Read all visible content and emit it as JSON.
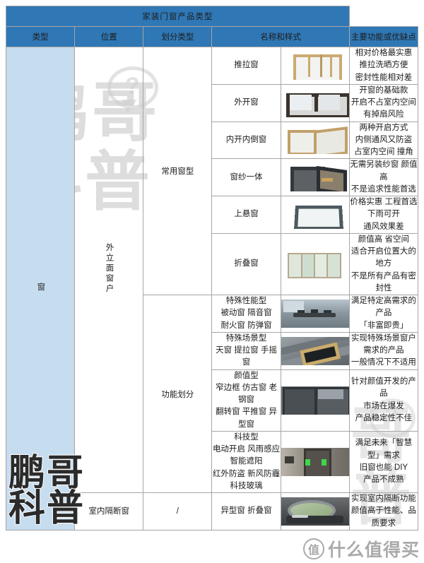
{
  "table": {
    "title": "家装门窗产品类型",
    "columns": [
      "类型",
      "位置",
      "划分类型",
      "名称和样式",
      "主要功能或优缺点"
    ],
    "type_label": "窗",
    "positions": {
      "facade": "外立面窗户",
      "indoor": "室内隔断窗"
    },
    "divisions": {
      "common": "常用窗型",
      "function": "功能划分",
      "none": "/"
    },
    "rows": [
      {
        "name": "推拉窗",
        "image": "sliding-window-photo",
        "features": "相对价格最实惠\n推拉洗晒方便\n密封性能相对差"
      },
      {
        "name": "外开窗",
        "image": "outward-casement-window-photo",
        "features": "开窗的基础款\n开启不占室内空间\n有掉扇风险"
      },
      {
        "name": "内开内倒窗",
        "image": "tilt-and-turn-window-photo",
        "features": "两种开启方式\n内侧通风又防盗\n占室内空间 撞角"
      },
      {
        "name": "窗纱一体",
        "image": "screen-integrated-window-photo",
        "features": "无需另装纱窗 颜值高\n不是追求性能首选"
      },
      {
        "name": "上悬窗",
        "image": "awning-window-photo",
        "features": "价格实惠 工程首选\n下雨可开\n通风效果差"
      },
      {
        "name": "折叠窗",
        "image": "folding-window-photo",
        "features": "颜值高 省空间\n适合开启位置大的地方\n不是所有产品有密封性"
      },
      {
        "name": "特殊性能型\n被动窗 隔音窗\n耐火窗 防弹窗",
        "image": "high-performance-interior-photo",
        "features": "满足特定高需求的产品\n「非富即贵」"
      },
      {
        "name": "特殊场景型\n天窗 提拉窗 手摇窗",
        "image": "skylight-installation-photo",
        "features": "实现特殊场景窗户需求的产品\n一般情况下不适用"
      },
      {
        "name": "颜值型\n窄边框 仿古窗 老钢窗\n翻转窗 平推窗 异型窗",
        "image": "narrow-frame-steel-window-photo",
        "features": "针对颜值开发的产品\n市场在爆发\n产品稳定性不佳"
      },
      {
        "name": "科技型\n电动开启 风雨感应 智能遮阳\n红外防盗 新风防霾 科技玻璃",
        "image": "smart-tech-window-photo",
        "features": "满足未来「智慧型」需求\n旧窗也能 DIY\n产品不成熟"
      },
      {
        "name": "异型窗 折叠窗",
        "image": "interior-partition-window-photo",
        "features": "实现室内隔断功能\n颜值高于性能、品质要求"
      }
    ]
  },
  "watermarks": {
    "main_line1": "鹏哥",
    "main_line2": "科普",
    "bubble_mark": "?",
    "mid_line1": "鹏哥",
    "mid_line2": "科普",
    "bottom_left": [
      "鹏",
      "科",
      "哥",
      "普"
    ],
    "bottom_right_badge": "值",
    "bottom_right_text": "什么值得买"
  },
  "colors": {
    "header_blue": "#2f77b5",
    "type_cell_blue": "#c6dcef",
    "cell_gray": "#e3e3e3",
    "border_gray": "#a6a6a6"
  }
}
